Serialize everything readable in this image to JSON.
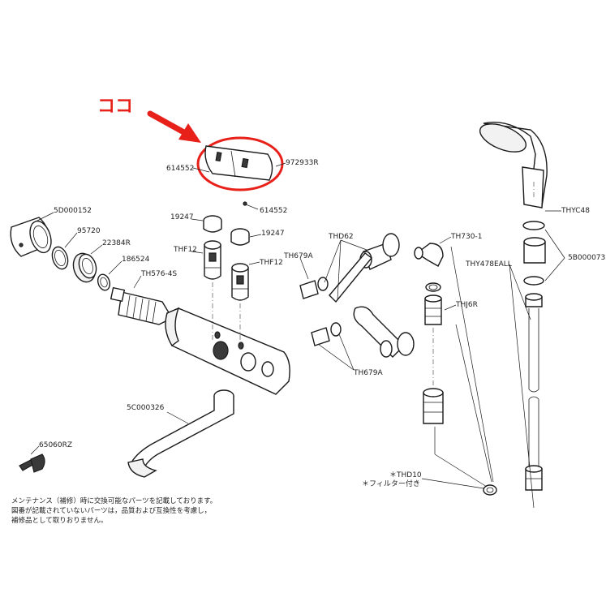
{
  "colors": {
    "accent": "#e8201a",
    "line": "#1a1a1a",
    "background": "#ffffff"
  },
  "callout": {
    "text": "ココ",
    "target_part": "972933R"
  },
  "parts": {
    "p614552a": "614552",
    "p972933R": "972933R",
    "p614552b": "614552",
    "p5D000152": "5D000152",
    "p95720": "95720",
    "p22384R": "22384R",
    "p186524": "186524",
    "pTH576": "TH576-4S",
    "p19247a": "19247",
    "pTHF12a": "THF12",
    "p19247b": "19247",
    "pTHF12b": "THF12",
    "pTH679Aa": "TH679A",
    "pTHD62": "THD62",
    "pTH730": "TH730-1",
    "pTHYC48": "THYC48",
    "pTHY478EALL": "THY478EALL",
    "p5B000073": "5B000073",
    "pTHJ6R": "THJ6R",
    "pTH679Ab": "TH679A",
    "p5C000326": "5C000326",
    "p65060RZ": "65060RZ",
    "pTHD10": "＊THD10",
    "filter_note": "＊フィルター付き"
  },
  "footnote": [
    "メンテナンス（補修）時に交換可能なパーツを記載しております。",
    "図番が記載されていないパーツは，品質および互換性を考慮し，",
    "補修品として取りおりません。"
  ]
}
